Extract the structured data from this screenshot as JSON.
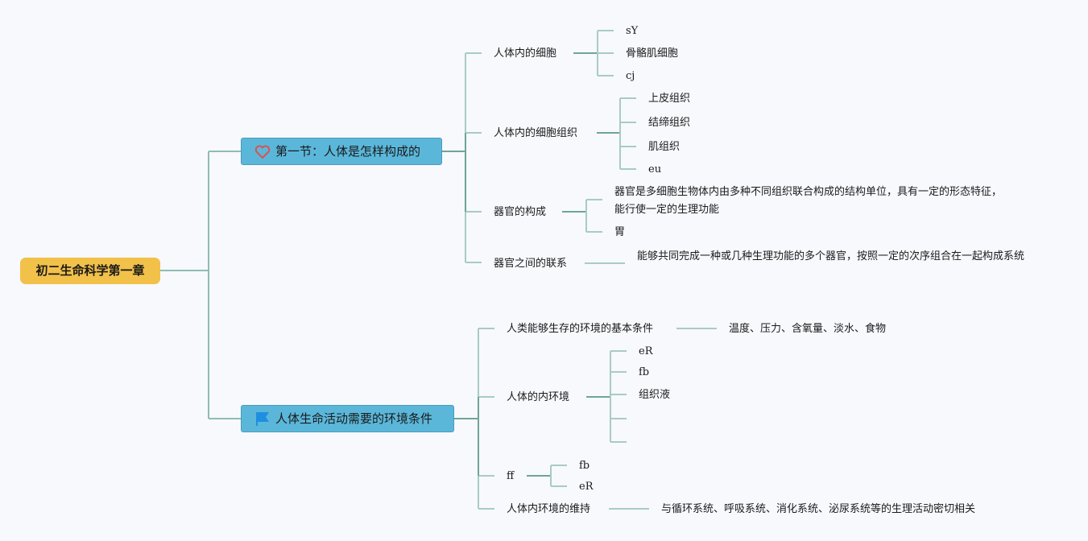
{
  "root": {
    "label": "初二生命科学第一章"
  },
  "branches": [
    {
      "label": "第一节：人体是怎样构成的",
      "icon": "heart-icon",
      "icon_color": "#d9534f",
      "children": [
        {
          "label": "人体内的细胞",
          "children": [
            "sY",
            "骨骼肌细胞",
            "cj"
          ]
        },
        {
          "label": "人体内的细胞组织",
          "children": [
            "上皮组织",
            "结缔组织",
            "肌组织",
            "eu"
          ]
        },
        {
          "label": "器官的构成",
          "children": [
            "器官是多细胞生物体内由多种不同组织联合构成的结构单位，具有一定的形态特征，能行使一定的生理功能",
            "胃"
          ]
        },
        {
          "label": "器官之间的联系",
          "children": [
            "能够共同完成一种或几种生理功能的多个器官，按照一定的次序组合在一起构成系统"
          ]
        }
      ]
    },
    {
      "label": "人体生命活动需要的环境条件",
      "icon": "flag-icon",
      "icon_color": "#1e8fe0",
      "children": [
        {
          "label": "人类能够生存的环境的基本条件",
          "children": [
            "温度、压力、含氧量、淡水、食物"
          ]
        },
        {
          "label": "人体的内环境",
          "children": [
            "eR",
            "fb",
            "组织液",
            "",
            ""
          ]
        },
        {
          "label": "ff",
          "children": [
            "fb",
            "eR"
          ]
        },
        {
          "label": "人体内环境的维持",
          "children": [
            "与循环系统、呼吸系统、消化系统、泌尿系统等的生理活动密切相关"
          ]
        }
      ]
    }
  ],
  "colors": {
    "root_fill": "#f2c14a",
    "main_fill": "#5bb7da",
    "line_dark": "#6fa596",
    "line_light": "#a9cbc4",
    "background": "#f7f9fd"
  }
}
